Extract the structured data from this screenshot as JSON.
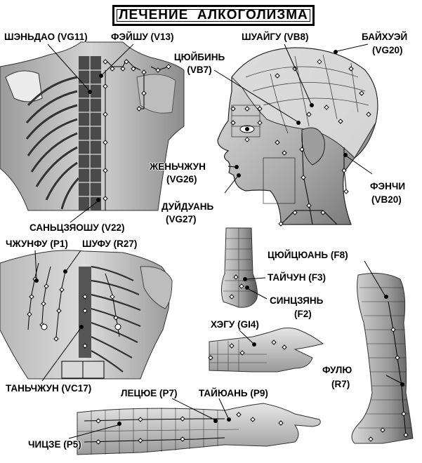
{
  "title": "ЛЕЧЕНИЕ  АЛКОГОЛИЗМА",
  "labels": {
    "shendao": "ШЭНЬДАО (VG11)",
    "feishu": "ФЭЙШУ (V13)",
    "shuaigu": "ШУАЙГУ (VB8)",
    "baihui_1": "БАЙХУЭЙ",
    "baihui_2": "(VG20)",
    "tsuibin_1": "ЦЮЙБИНЬ",
    "tsuibin_2": "(VB7)",
    "renzhong_1": "ЖЕНЬЧЖУН",
    "renzhong_2": "(VG26)",
    "duiduan_1": "ДУЙДУАНЬ",
    "duiduan_2": "(VG27)",
    "fengchi_1": "ФЭНЧИ",
    "fengchi_2": "(VB20)",
    "sanjiaoshu": "САНЬЦЗЯОШУ (V22)",
    "zhongfu": "ЧЖУНФУ (P1)",
    "shufu": "ШУФУ (R27)",
    "ququan": "ЦЮЙЦЮАНЬ (F8)",
    "taichong": "ТАЙЧУН (F3)",
    "xingjian_1": "СИНЦЗЯНЬ",
    "xingjian_2": "(F2)",
    "hegu": "ХЭГУ (GI4)",
    "fuliu_1": "ФУЛЮ",
    "fuliu_2": "(R7)",
    "tanzhong": "ТАНЬЧЖУН (VC17)",
    "lieque": "ЛЕЦЮЕ (P7)",
    "taiyuan": "ТАЙЮАНЬ (P9)",
    "chize": "ЧИЦЗЕ (P5)"
  },
  "colors": {
    "ink": "#000000",
    "skin": "#c8c8c8",
    "skin_dark": "#8a8a8a",
    "bg": "#ffffff"
  }
}
